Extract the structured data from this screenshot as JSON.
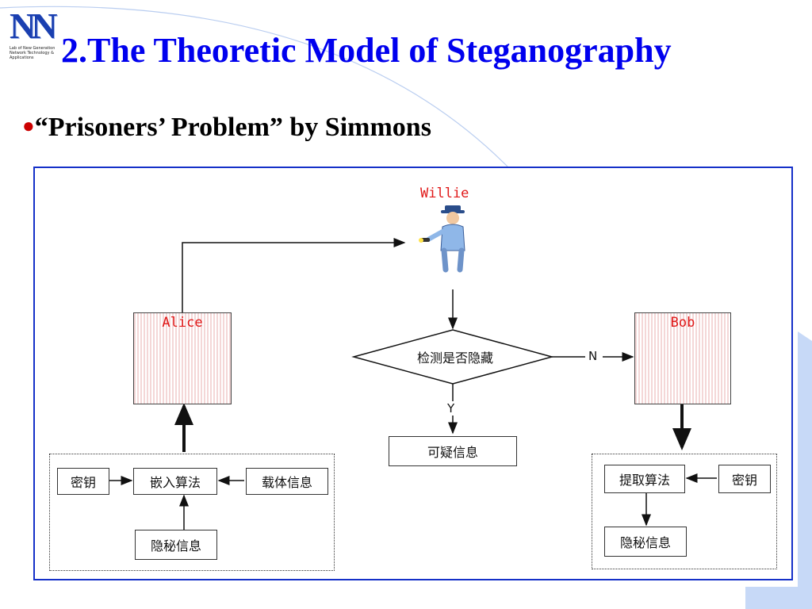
{
  "header": {
    "logo_text": "NN",
    "logo_caption": "Lab of New Generation Network Technology & Applications",
    "title": "2.The Theoretic Model of Steganography",
    "bullet_symbol": "●",
    "bullet_text": "“Prisoners’ Problem” by Simmons"
  },
  "diagram": {
    "willie_label": "Willie",
    "alice_label": "Alice",
    "bob_label": "Bob",
    "decision_label": "检测是否隐藏",
    "edge_no": "N",
    "edge_yes": "Y",
    "suspicious_label": "可疑信息",
    "alice_side": {
      "key": "密钥",
      "embed": "嵌入算法",
      "cover": "载体信息",
      "secret": "隐秘信息"
    },
    "bob_side": {
      "extract": "提取算法",
      "key": "密钥",
      "secret": "隐秘信息"
    }
  },
  "colors": {
    "title": "#0000ee",
    "actor_label": "#e01818",
    "panel_border": "#1530c8"
  }
}
